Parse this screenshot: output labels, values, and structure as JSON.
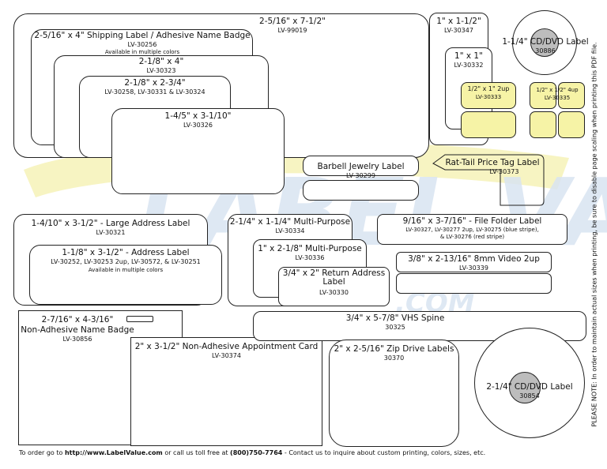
{
  "labels": {
    "a": {
      "size": "2-5/16\" x 7-1/2\"",
      "code": "LV-99019"
    },
    "b": {
      "size": "2-5/16\" x 4\" Shipping Label / Adhesive Name Badge",
      "code": "LV-30256",
      "note": "Available in multiple colors"
    },
    "c": {
      "size": "2-1/8\" x 4\"",
      "code": "LV-30323"
    },
    "d": {
      "size": "2-1/8\" x 2-3/4\"",
      "code": "LV-30258, LV-30331 & LV-30324"
    },
    "e": {
      "size": "1-4/5\" x 3-1/10\"",
      "code": "LV-30326"
    },
    "f": {
      "size": "1\" x 1-1/2\"",
      "code": "LV-30347"
    },
    "g": {
      "size": "1\" x 1\"",
      "code": "LV-30332"
    },
    "h": {
      "size": "1/2\" x 1\" 2up",
      "code": "LV-30333"
    },
    "i": {
      "size": "1-1/4\" CD/DVD Label",
      "code": "30886"
    },
    "j": {
      "size": "1/2\" x 1/2\" 4up",
      "code": "LV-30335"
    },
    "k": {
      "size": "Barbell Jewelry Label",
      "code": "LV-30299"
    },
    "l": {
      "size": "Rat-Tail Price Tag Label",
      "code": "LV-30373"
    },
    "m": {
      "size": "1-4/10\" x 3-1/2\" - Large Address Label",
      "code": "LV-30321"
    },
    "n": {
      "size": "1-1/8\" x 3-1/2\" - Address Label",
      "code": "LV-30252, LV-30253 2up, LV-30572, & LV-30251",
      "note": "Available in multiple colors"
    },
    "o": {
      "size": "2-1/4\" x 1-1/4\" Multi-Purpose",
      "code": "LV-30334"
    },
    "p": {
      "size": "1\" x 2-1/8\" Multi-Purpose",
      "code": "LV-30336"
    },
    "q": {
      "size": "3/4\" x 2\" Return Address Label",
      "code": "LV-30330"
    },
    "r": {
      "size": "9/16\" x 3-7/16\" - File Folder Label",
      "code": "LV-30327, LV-30277 2up, LV-30275 (blue stripe),",
      "code2": "& LV-30276 (red stripe)"
    },
    "s": {
      "size": "3/8\" x 2-13/16\" 8mm Video 2up",
      "code": "LV-30339"
    },
    "t": {
      "size": "2-7/16\" x 4-3/16\"",
      "title": "Non-Adhesive Name Badge",
      "code": "LV-30856"
    },
    "u": {
      "size": "2\" x 3-1/2\" Non-Adhesive Appointment Card",
      "code": "LV-30374"
    },
    "v": {
      "size": "3/4\" x 5-7/8\" VHS Spine",
      "code": "30325"
    },
    "w": {
      "size": "2\" x 2-5/16\" Zip Drive Labels",
      "code": "30370"
    },
    "x": {
      "size": "2-1/4\" CD/DVD Label",
      "code": "30854"
    }
  },
  "watermark": {
    "text": "LABEL VALUE",
    "sub": ".COM"
  },
  "footer": {
    "pre": "To order go to ",
    "url": "http://www.LabelValue.com",
    "mid": " or call us toll free at ",
    "phone": "(800)750-7764",
    "post": " - Contact us to inquire about custom printing, colors, sizes, etc."
  },
  "side_note": "PLEASE NOTE: In order to maintain actual sizes when printing, be sure to disable page scaling when printing this PDF file.",
  "colors": {
    "watermark": "#d9e4f2",
    "watermark_yellow": "#f3efa8",
    "label_highlight": "#f6f3a6",
    "hub": "#bdbdbd"
  }
}
